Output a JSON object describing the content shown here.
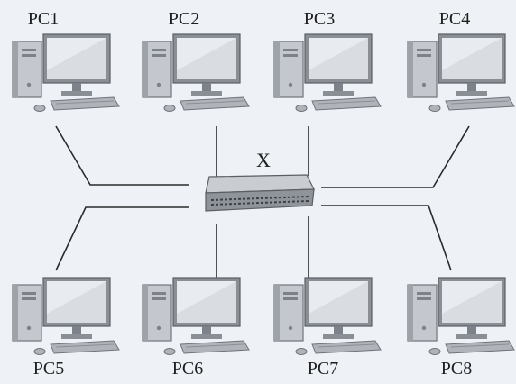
{
  "diagram": {
    "switch_label": "X",
    "computers": [
      {
        "label": "PC1",
        "row": "top"
      },
      {
        "label": "PC2",
        "row": "top"
      },
      {
        "label": "PC3",
        "row": "top"
      },
      {
        "label": "PC4",
        "row": "top"
      },
      {
        "label": "PC5",
        "row": "bottom"
      },
      {
        "label": "PC6",
        "row": "bottom"
      },
      {
        "label": "PC7",
        "row": "bottom"
      },
      {
        "label": "PC8",
        "row": "bottom"
      }
    ],
    "connections": [
      {
        "from": "PC1",
        "to": "X"
      },
      {
        "from": "PC2",
        "to": "X"
      },
      {
        "from": "PC3",
        "to": "X"
      },
      {
        "from": "PC4",
        "to": "X"
      },
      {
        "from": "PC5",
        "to": "X"
      },
      {
        "from": "PC6",
        "to": "X"
      },
      {
        "from": "PC7",
        "to": "X"
      },
      {
        "from": "PC8",
        "to": "X"
      }
    ],
    "colors": {
      "cable": "#2a2a2a",
      "device_body": "#b9bdc3",
      "device_dark": "#6f747b",
      "screen": "#d9dde2",
      "background": "#eef1f6"
    }
  }
}
